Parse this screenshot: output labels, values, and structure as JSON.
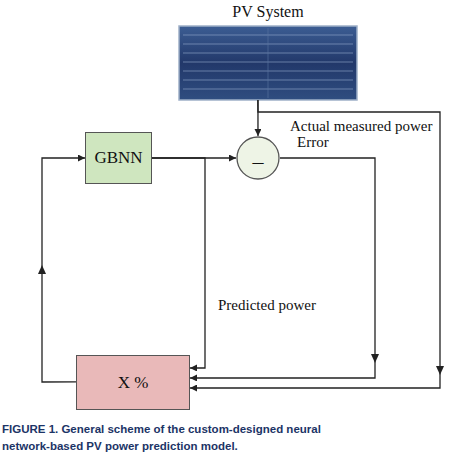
{
  "diagram": {
    "caption": "FIGURE 1. General scheme of the custom-designed neural network-based PV power prediction model.",
    "nodes": [
      {
        "text": [
          "PV System"
        ]
      },
      {
        "text": [
          "_"
        ]
      },
      {
        "text": [
          "GBNN"
        ]
      },
      {
        "text": [
          "X %"
        ]
      }
    ],
    "edges": [
      {
        "from": 0,
        "to": 1,
        "arrow": "to"
      },
      {
        "from": 0,
        "to": 3,
        "label": "Actual measured power",
        "arrow": "to"
      },
      {
        "from": 2,
        "to": 1,
        "arrow": "to"
      },
      {
        "from": 2,
        "to": 3,
        "label": "Predicted power",
        "arrow": "to"
      },
      {
        "from": 1,
        "to": 3,
        "label": "Error",
        "arrow": "to"
      },
      {
        "from": 3,
        "to": 2,
        "arrow": "to"
      }
    ]
  }
}
